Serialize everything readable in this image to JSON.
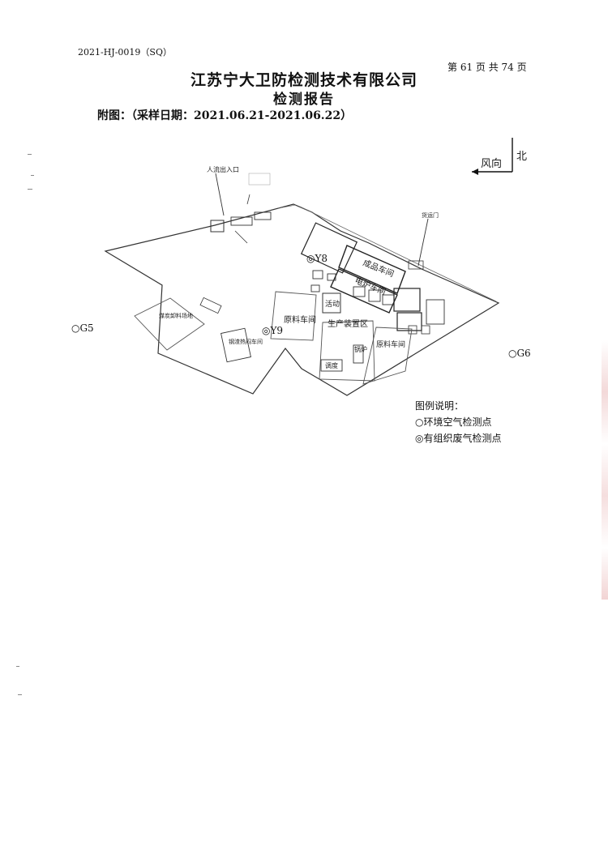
{
  "header": {
    "doc_code": "2021-HJ-0019（SQ）",
    "page_number": "第 61 页 共 74 页",
    "company": "江苏宁大卫防检测技术有限公司",
    "report": "检测报告",
    "attachment": "附图：（采样日期：2021.06.21-2021.06.22）"
  },
  "compass": {
    "north": "北",
    "wind": "风向"
  },
  "map_labels": {
    "entrance": "人流出入口",
    "cargo_gate": "货运门",
    "finished_workshop": "成品车间",
    "furnace_workshop": "电炉车间",
    "raw_workshop": "原料车间",
    "production_zone": "生产装置区",
    "raw_workshop_2": "原料车间",
    "boiler": "锅炉",
    "control": "调度",
    "hall": "活动",
    "coal_yard": "煤炭卸料场地",
    "kiln": "钢渣热闷车间"
  },
  "points": {
    "y8": "◎Y8",
    "y9": "◎Y9",
    "g5": "○G5",
    "g6": "○G6"
  },
  "legend": {
    "title": "图例说明：",
    "ambient": "○环境空气检测点",
    "organized": "◎有组织废气检测点"
  }
}
